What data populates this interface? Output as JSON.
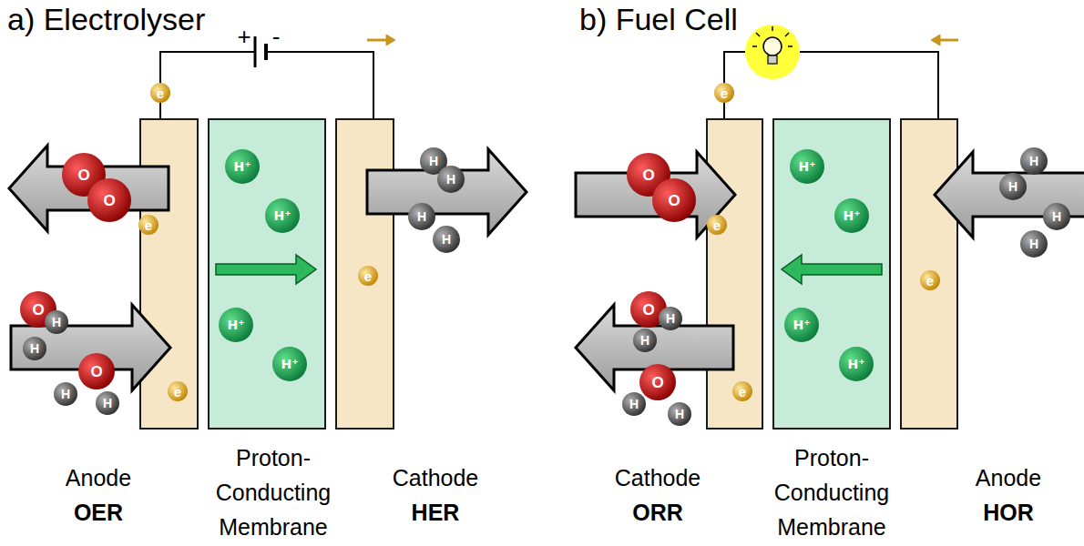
{
  "diagram": {
    "nodes": [
      {
        "text": [
          "Anode",
          "OER"
        ]
      },
      {
        "text": [
          "Proton-Conducting Membrane"
        ]
      },
      {
        "text": [
          "Cathode",
          "HER"
        ]
      },
      {
        "text": [
          "Cathode",
          "ORR"
        ]
      },
      {
        "text": [
          "Proton-Conducting Membrane"
        ]
      },
      {
        "text": [
          "Anode",
          "HOR"
        ]
      }
    ],
    "labels": [
      "a) Electrolyser",
      "b) Fuel Cell",
      "+",
      "-",
      "e",
      "O",
      "O",
      "e",
      "H",
      "H",
      "H",
      "H",
      "O",
      "H",
      "H",
      "O",
      "H",
      "H",
      "e",
      "e",
      "H⁺",
      "H⁺",
      "H⁺",
      "H⁺",
      "e",
      "O",
      "O",
      "e",
      "H",
      "H",
      "H",
      "H",
      "O",
      "H",
      "H",
      "O",
      "H",
      "H",
      "e",
      "e",
      "H⁺",
      "H⁺",
      "H⁺",
      "H⁺"
    ]
  }
}
